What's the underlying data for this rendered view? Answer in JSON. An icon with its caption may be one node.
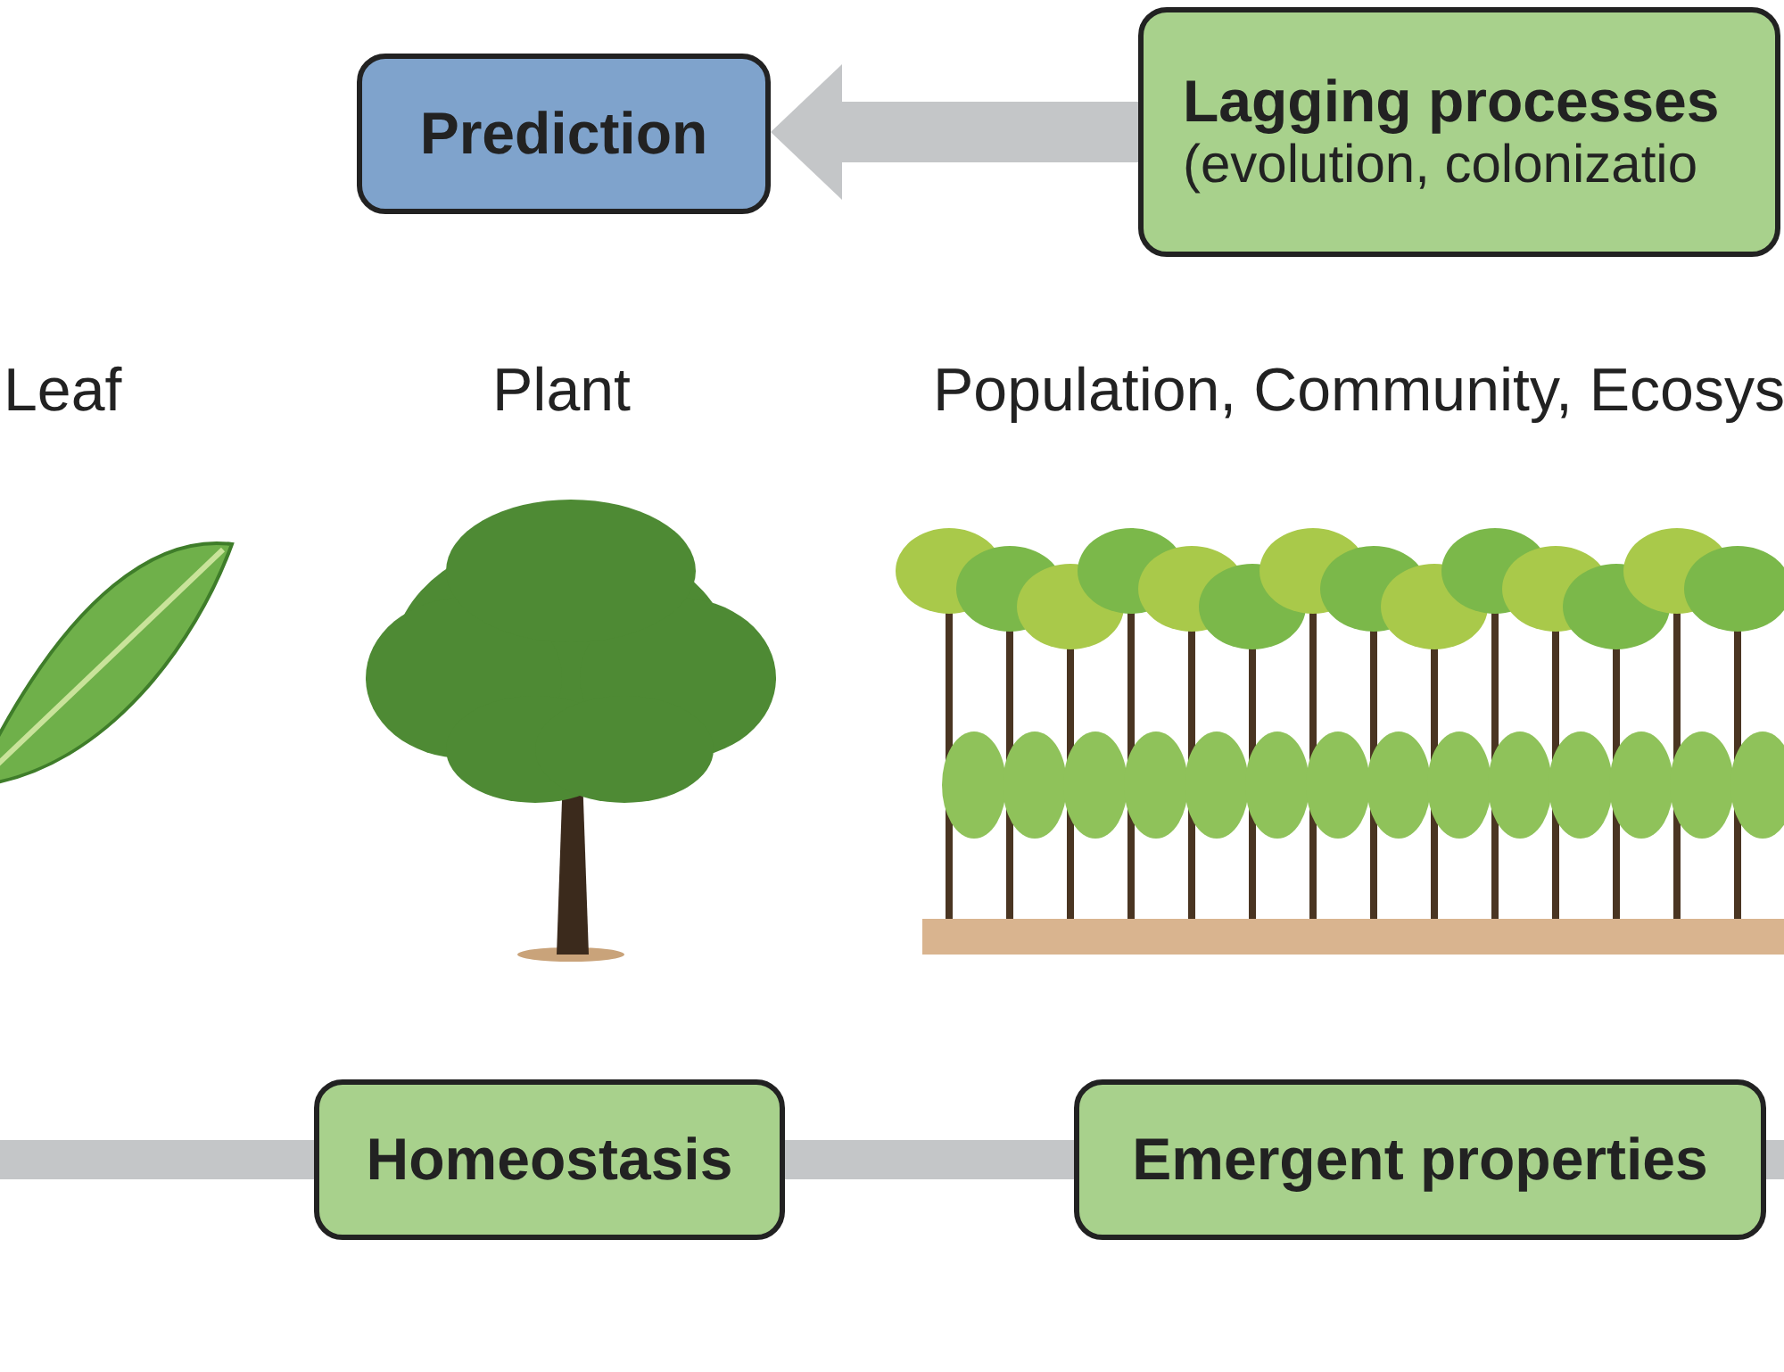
{
  "diagram": {
    "nodes": [
      {
        "text": [
          "Prediction"
        ]
      },
      {
        "text": [
          "Lagging processes",
          "(evolution, colonizatio"
        ]
      },
      {
        "text": [
          "Homeostasis"
        ]
      },
      {
        "text": [
          "Emergent properties"
        ]
      }
    ],
    "edges": [
      {
        "from": 1,
        "to": 0,
        "arrow": "to"
      },
      {
        "from": null,
        "to": 2,
        "arrow": "none"
      },
      {
        "from": 2,
        "to": 3,
        "arrow": "none"
      },
      {
        "from": 3,
        "to": null,
        "arrow": "none"
      }
    ],
    "labels": [
      "Leaf",
      "Plant",
      "Population, Community, Ecosys"
    ]
  }
}
